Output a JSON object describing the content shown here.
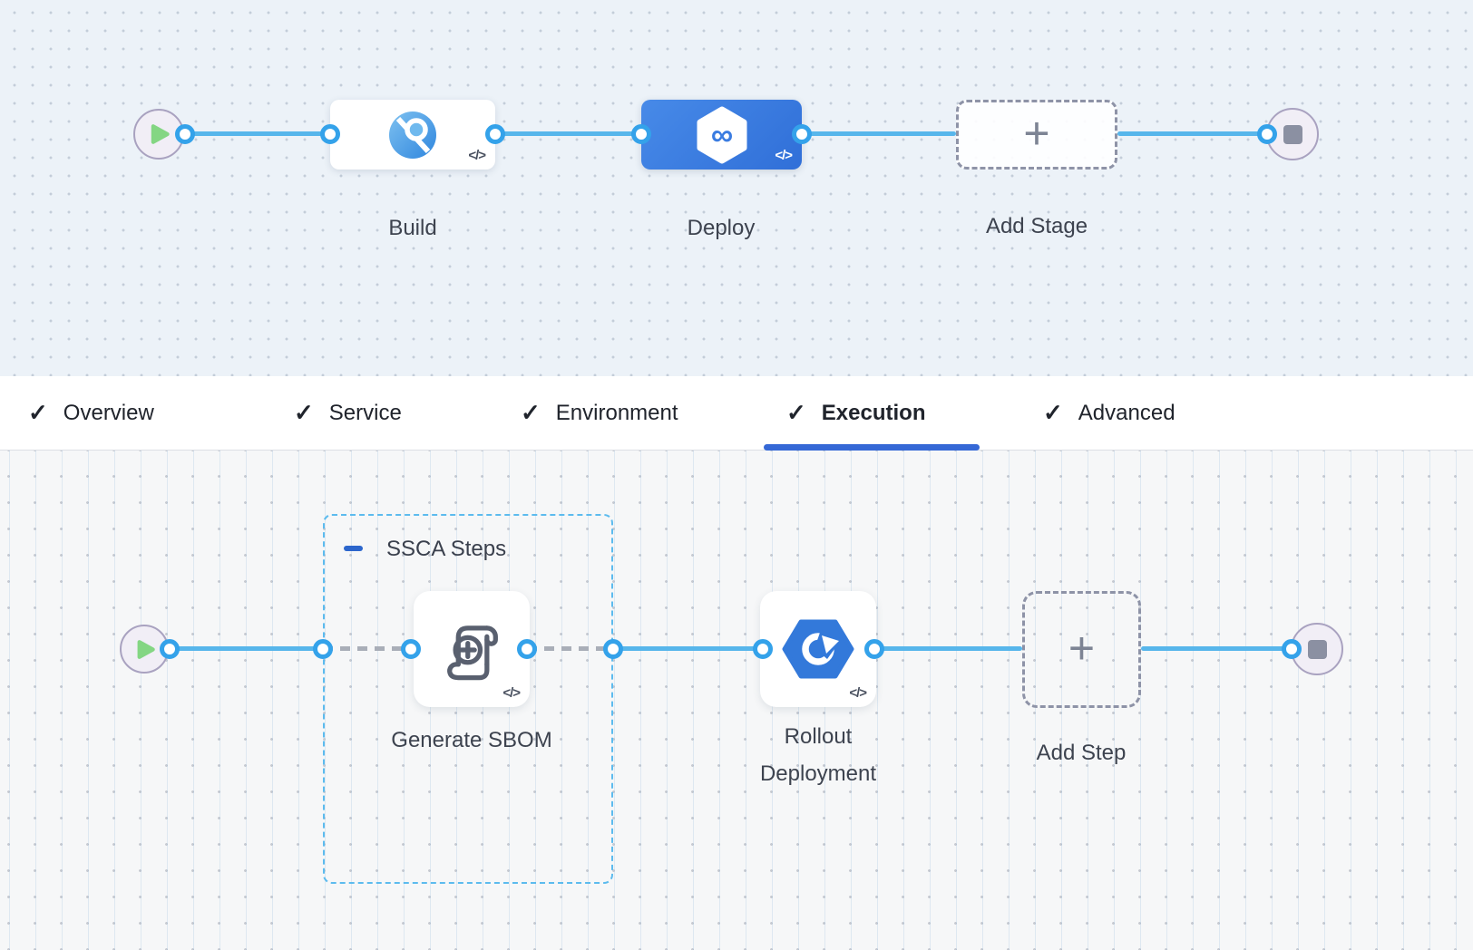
{
  "stage_pipeline": {
    "stages": [
      {
        "label": "Build",
        "type": "ci-build"
      },
      {
        "label": "Deploy",
        "type": "cd-deploy"
      }
    ],
    "add_stage_label": "Add Stage"
  },
  "tabs": {
    "check_glyph": "✓",
    "items": [
      {
        "label": "Overview",
        "checked": true,
        "active": false
      },
      {
        "label": "Service",
        "checked": true,
        "active": false
      },
      {
        "label": "Environment",
        "checked": true,
        "active": false
      },
      {
        "label": "Execution",
        "checked": true,
        "active": true
      },
      {
        "label": "Advanced",
        "checked": true,
        "active": false
      }
    ]
  },
  "execution": {
    "group_label": "SSCA Steps",
    "steps": [
      {
        "label": "Generate SBOM"
      },
      {
        "label": "Rollout Deployment"
      }
    ],
    "add_step_label": "Add Step"
  },
  "icons": {
    "code": "</>",
    "plus": "+",
    "infinity": "∞"
  },
  "colors": {
    "connector_blue": "#57b6eb",
    "ring_blue": "#34a2ea",
    "active_tab_underline": "#3568d6",
    "deploy_node_blue": "#3a7de2",
    "group_border_blue": "#5cbbee",
    "start_play_green": "#84d683",
    "canvas_top_bg": "#ecf2f8",
    "canvas_bottom_bg": "#f6f7f8"
  }
}
